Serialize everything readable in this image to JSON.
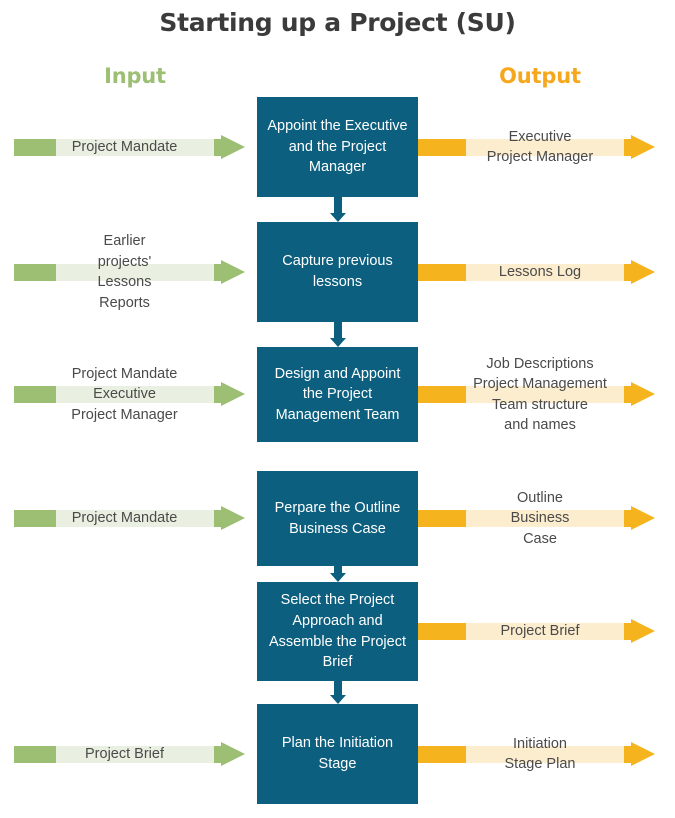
{
  "title": "Starting up a Project (SU)",
  "columns": {
    "input_header": "Input",
    "output_header": "Output"
  },
  "colors": {
    "process_box": "#0C5F7F",
    "input_accent": "#9CBF73",
    "input_band": "#EAF0E1",
    "output_accent": "#F5B41E",
    "output_band": "#FCEDCF",
    "title_text": "#3B3B3B",
    "label_text": "#4A4A4A"
  },
  "rows": [
    {
      "input": "Project Mandate",
      "process": "Appoint the Executive and the Project Manager",
      "output": "Executive\nProject Manager",
      "connector_below": true
    },
    {
      "input": "Earlier\nprojects'\nLessons\nReports",
      "process": "Capture previous lessons",
      "output": "Lessons Log",
      "connector_below": true
    },
    {
      "input": "Project Mandate\nExecutive\nProject Manager",
      "process": "Design and Appoint the Project Management Team",
      "output": "Job Descriptions\nProject Management\nTeam structure\nand names",
      "connector_below": false
    },
    {
      "input": "Project Mandate",
      "process": "Perpare the Outline Business Case",
      "output": "Outline\nBusiness\nCase",
      "connector_below": true
    },
    {
      "input": "",
      "process": "Select the Project Approach and Assemble the Project Brief",
      "output": "Project Brief",
      "connector_below": true
    },
    {
      "input": "Project Brief",
      "process": "Plan the Initiation Stage",
      "output": "Initiation\nStage Plan",
      "connector_below": false
    }
  ]
}
